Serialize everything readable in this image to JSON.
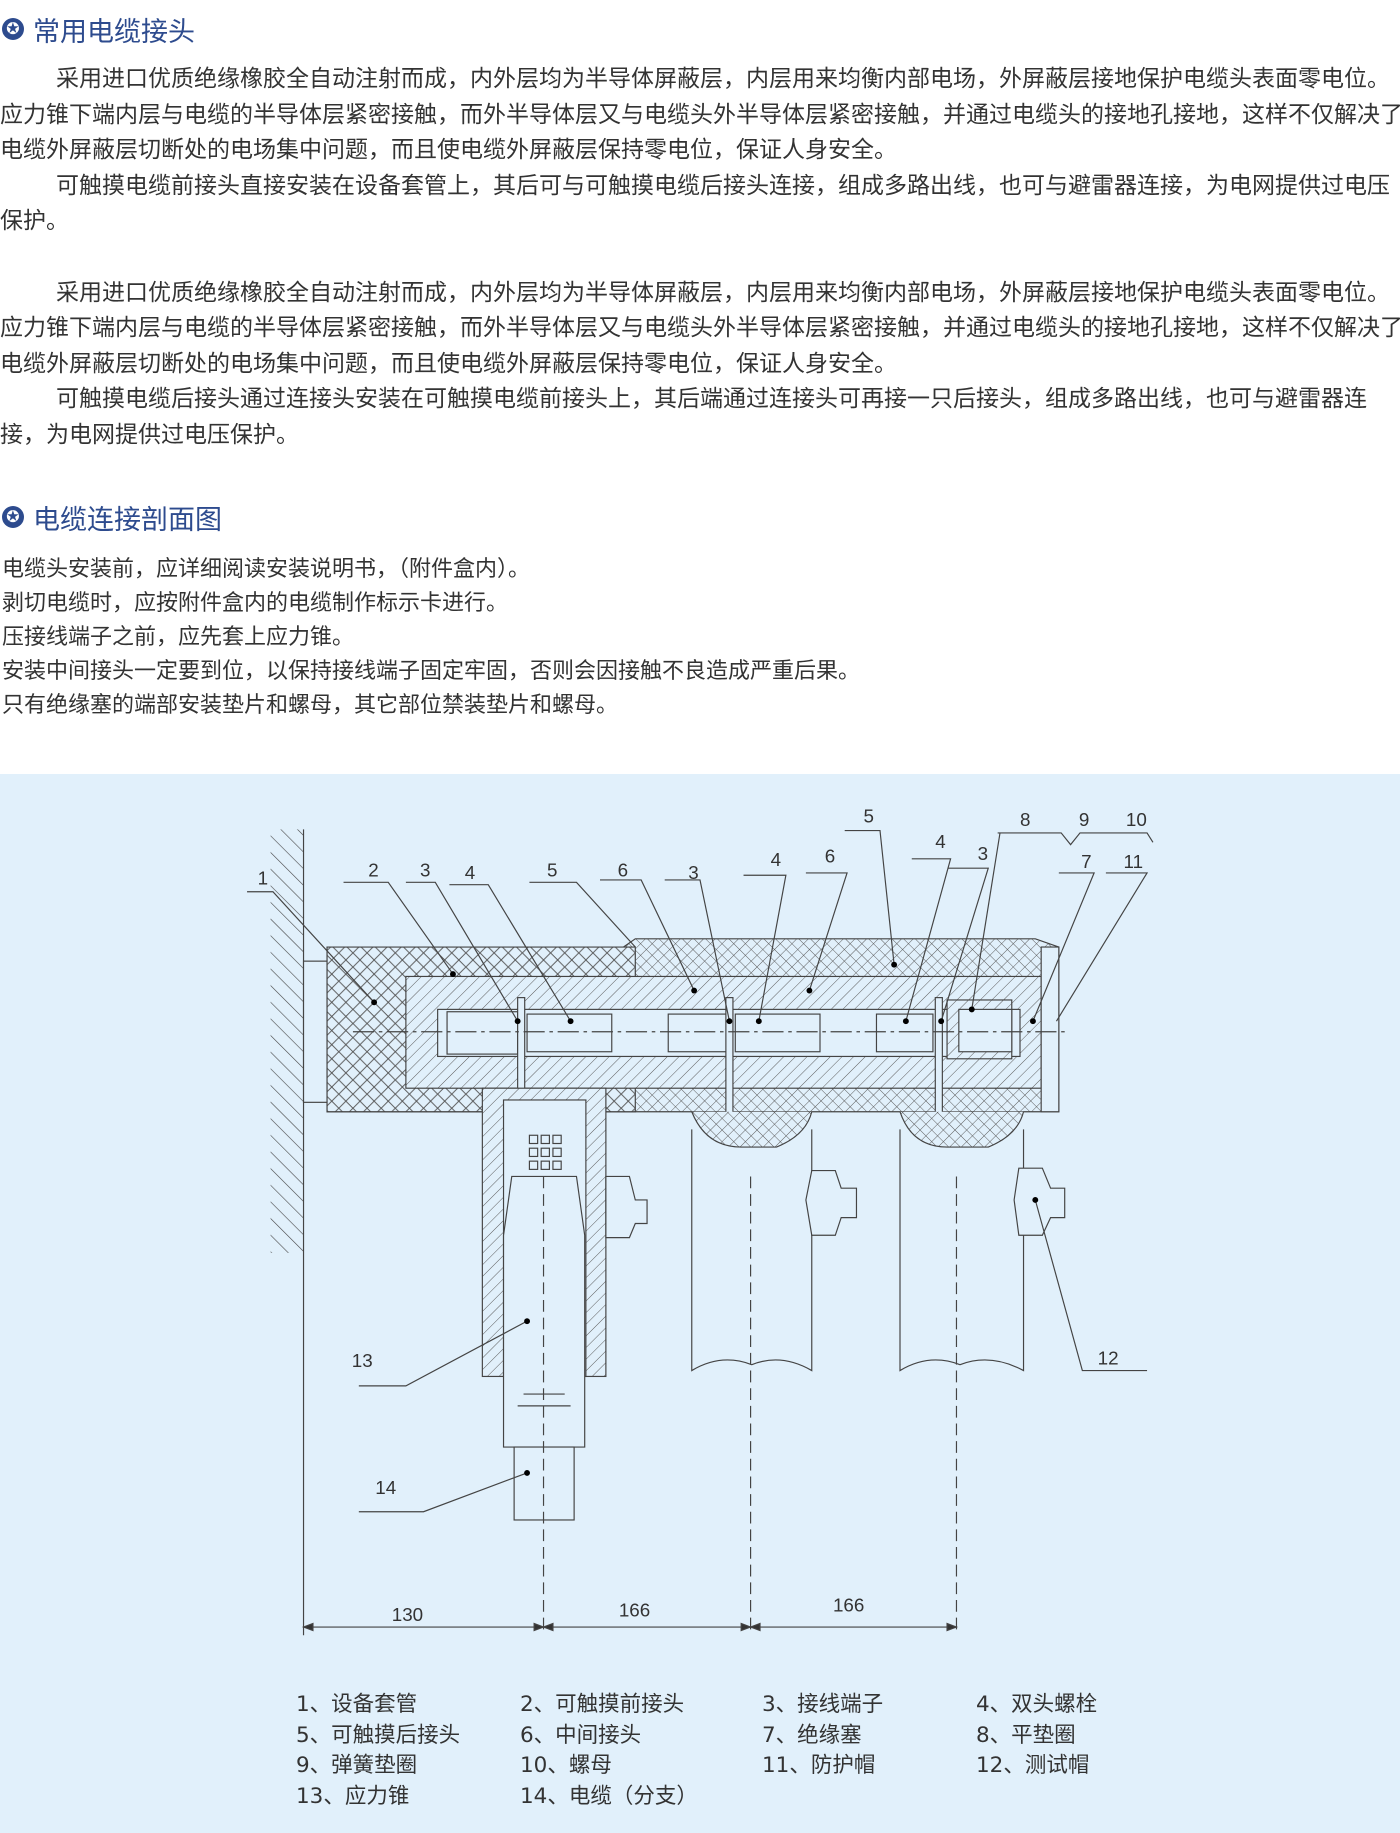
{
  "section1": {
    "icon": "star-circle-icon",
    "title": "常用电缆接头",
    "paragraphs": [
      [
        "采用进口优质绝缘橡胶全自动注射而成，内外层均为半导体屏蔽层，内层用来均衡内部电场，外屏蔽层接地保护电缆头表面零电位。",
        "应力锥下端内层与电缆的半导体层紧密接触，而外半导体层又与电缆头外半导体层紧密接触，并通过电缆头的接地孔接地，这样不仅解决了",
        "电缆外屏蔽层切断处的电场集中问题，而且使电缆外屏蔽层保持零电位，保证人身安全。"
      ],
      [
        "可触摸电缆前接头直接安装在设备套管上，其后可与可触摸电缆后接头连接，组成多路出线，也可与避雷器连接，为电网提供过电压",
        "保护。"
      ],
      [
        "采用进口优质绝缘橡胶全自动注射而成，内外层均为半导体屏蔽层，内层用来均衡内部电场，外屏蔽层接地保护电缆头表面零电位。",
        "应力锥下端内层与电缆的半导体层紧密接触，而外半导体层又与电缆头外半导体层紧密接触，并通过电缆头的接地孔接地，这样不仅解决了",
        "电缆外屏蔽层切断处的电场集中问题，而且使电缆外屏蔽层保持零电位，保证人身安全。"
      ],
      [
        "可触摸电缆后接头通过连接头安装在可触摸电缆前接头上，其后端通过连接头可再接一只后接头，组成多路出线，也可与避雷器连",
        "接，为电网提供过电压保护。"
      ]
    ]
  },
  "section2": {
    "icon": "star-circle-icon",
    "title": "电缆连接剖面图",
    "notes": [
      "电缆头安装前，应详细阅读安装说明书，（附件盒内）。",
      "剥切电缆时，应按附件盒内的电缆制作标示卡进行。",
      "压接线端子之前，应先套上应力锥。",
      "安装中间接头一定要到位，以保持接线端子固定牢固，否则会因接触不良造成严重后果。",
      "只有绝缘塞的端部安装垫片和螺母，其它部位禁装垫片和螺母。"
    ]
  },
  "diagram": {
    "background": "#e1f0fb",
    "callouts": [
      "1",
      "2",
      "3",
      "4",
      "5",
      "6",
      "3",
      "4",
      "6",
      "5",
      "4",
      "3",
      "8",
      "9",
      "10",
      "7",
      "11",
      "12",
      "13",
      "14"
    ],
    "dimensions": [
      "130",
      "166",
      "166"
    ],
    "legend": [
      "1、设备套管",
      "2、可触摸前接头",
      "3、接线端子",
      "4、双头螺栓",
      "5、可触摸后接头",
      "6、中间接头",
      "7、绝缘塞",
      "8、平垫圈",
      "9、弹簧垫圈",
      "10、螺母",
      "11、防护帽",
      "12、测试帽",
      "13、应力锥",
      "14、电缆（分支）"
    ]
  }
}
